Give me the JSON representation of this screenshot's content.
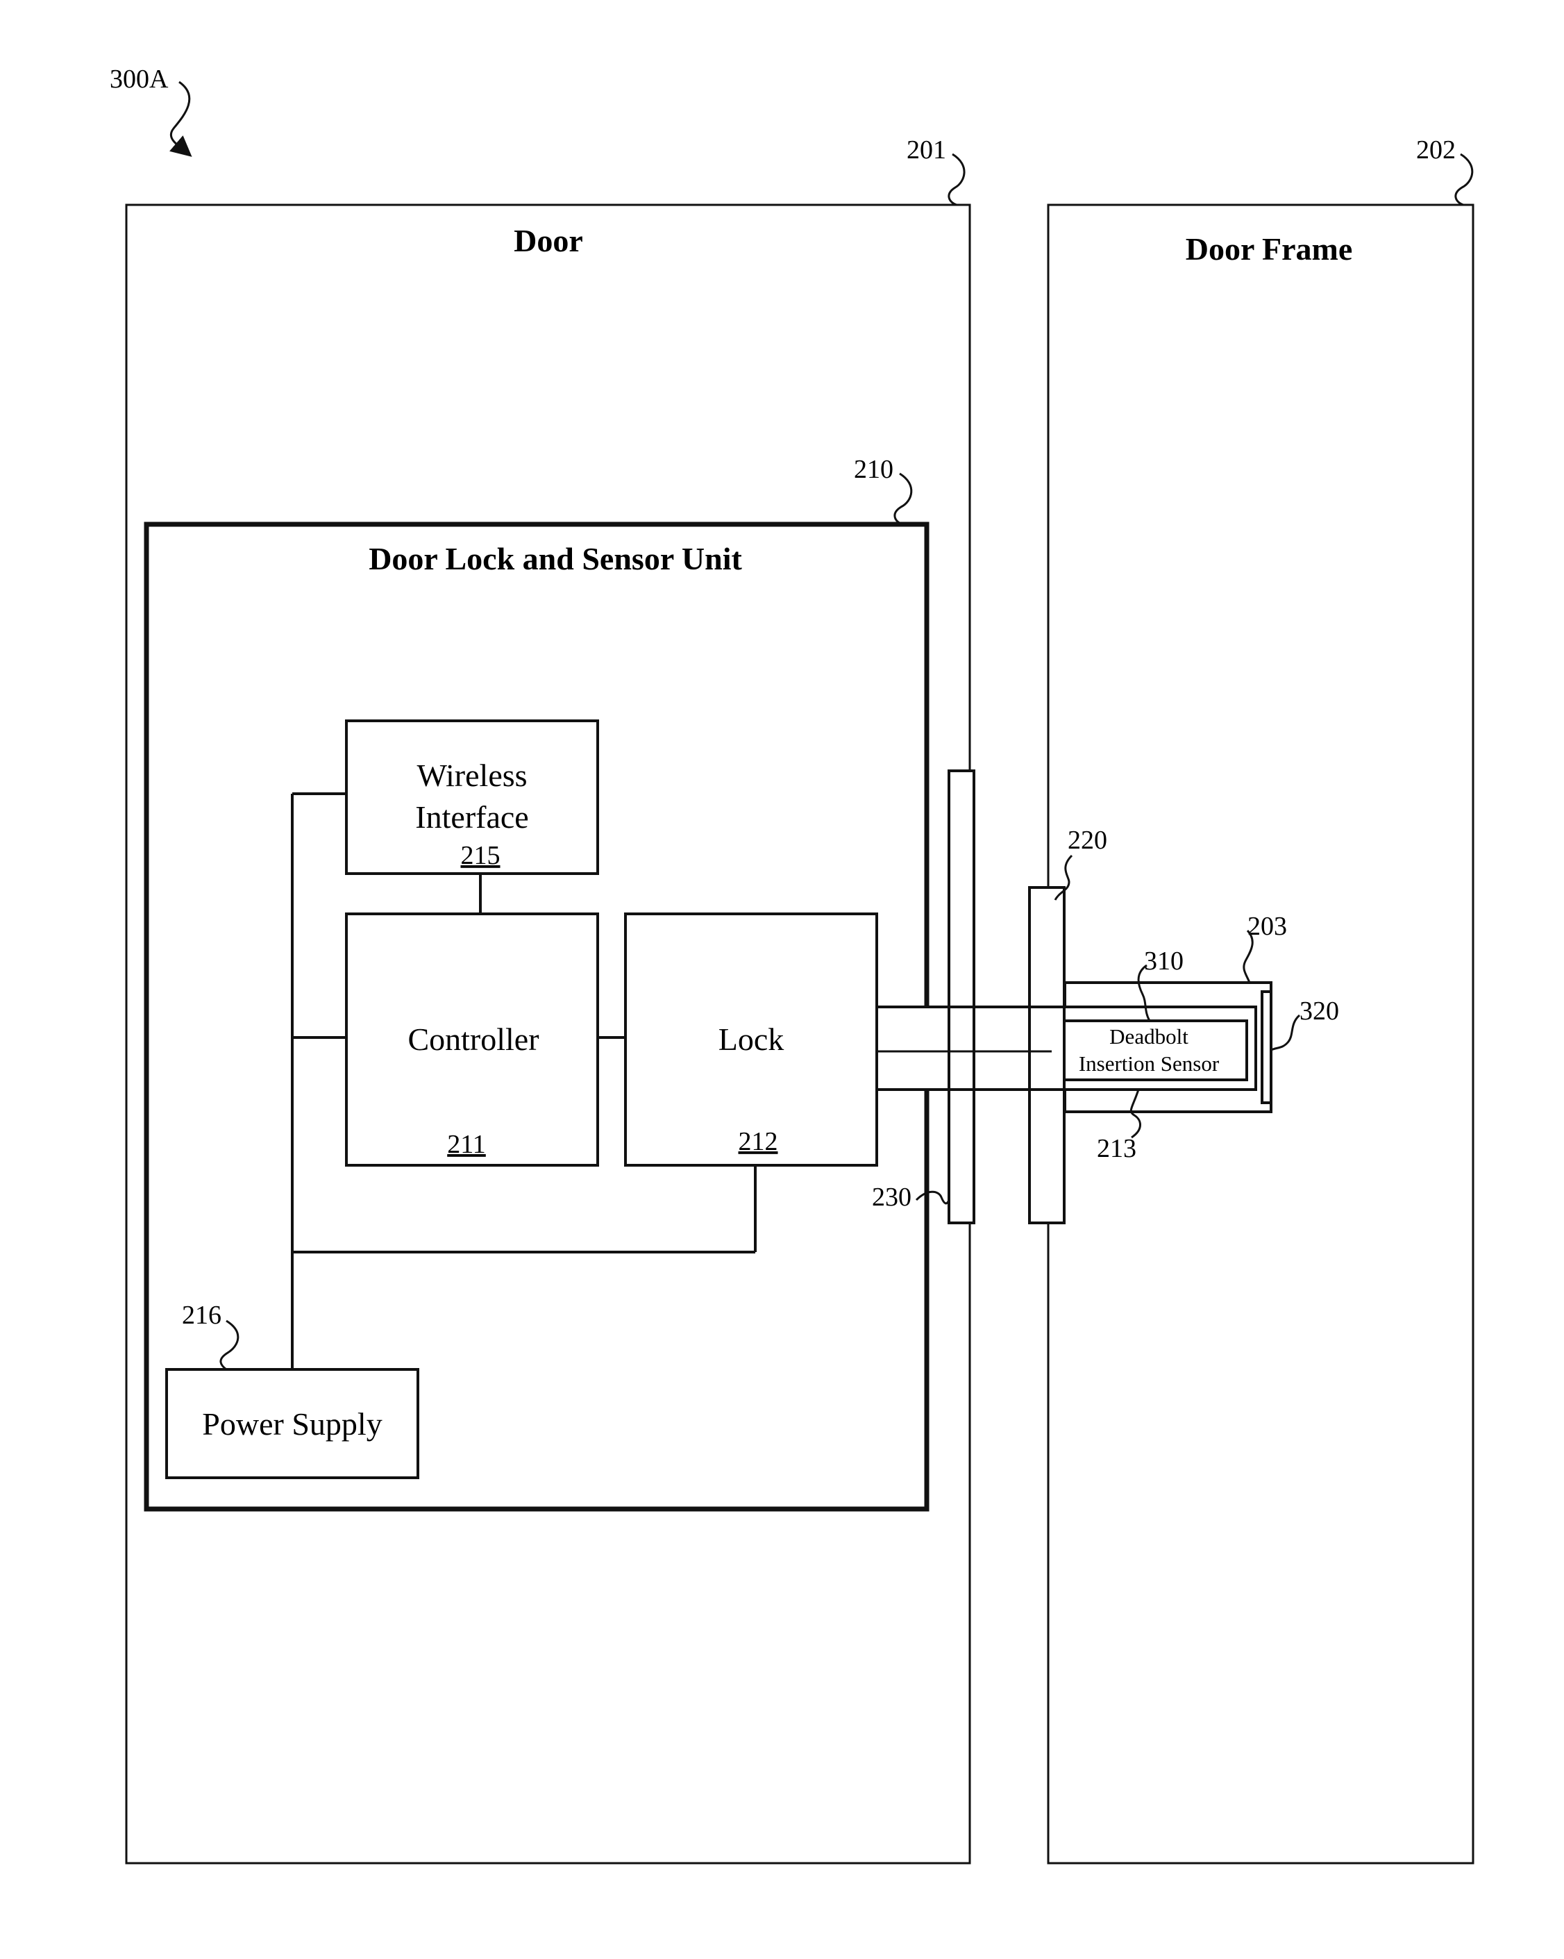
{
  "figure_label": "300A",
  "door": {
    "title": "Door",
    "ref": "201"
  },
  "door_frame": {
    "title": "Door Frame",
    "ref": "202"
  },
  "unit": {
    "title": "Door Lock and Sensor Unit",
    "ref": "210"
  },
  "wireless": {
    "line1": "Wireless",
    "line2": "Interface",
    "ref": "215"
  },
  "controller": {
    "label": "Controller",
    "ref": "211"
  },
  "lock": {
    "label": "Lock",
    "ref": "212"
  },
  "power": {
    "label": "Power Supply",
    "ref": "216"
  },
  "sensor": {
    "line1": "Deadbolt",
    "line2": "Insertion Sensor"
  },
  "refs": {
    "plate_door": "230",
    "plate_frame": "220",
    "strike_box": "203",
    "sensor": "310",
    "cover": "320",
    "deadbolt": "213"
  }
}
